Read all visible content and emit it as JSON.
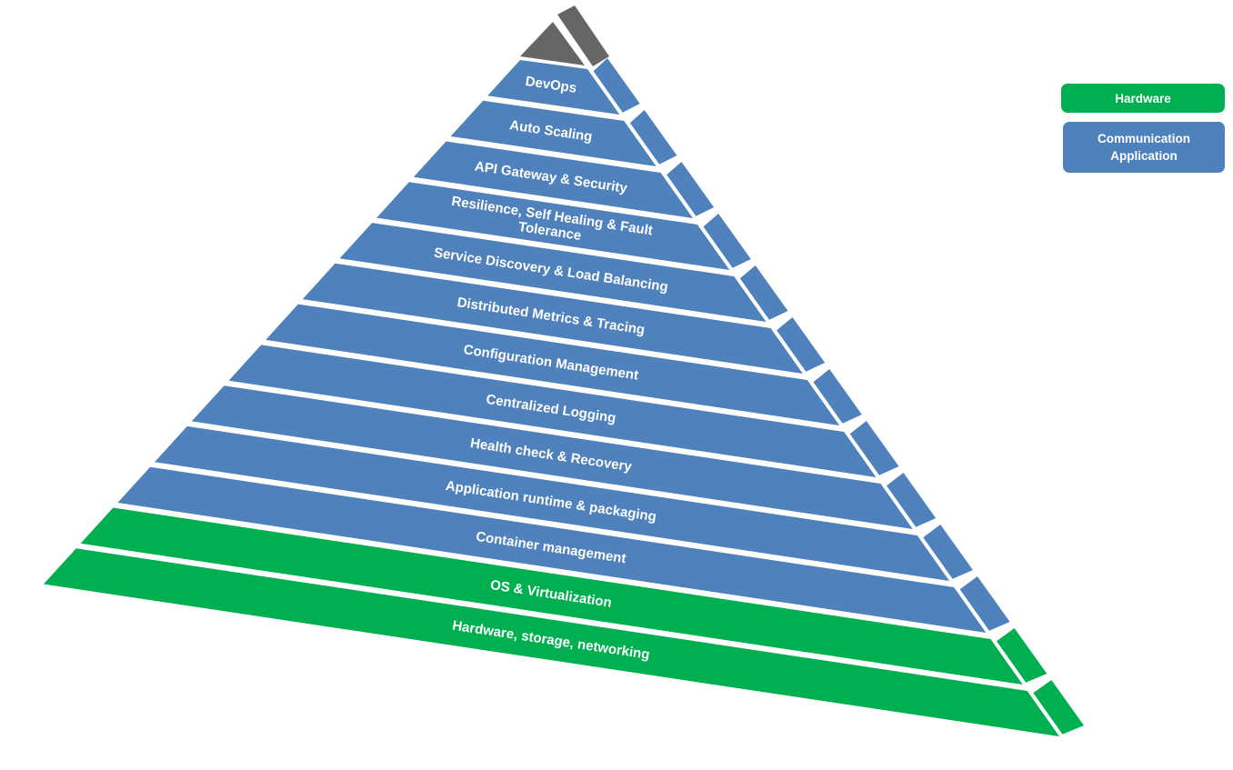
{
  "colors": {
    "communication_application": "#4F81BD",
    "hardware": "#00B050",
    "apex": "#666666",
    "background": "#FFFFFF"
  },
  "legend": [
    {
      "label": "Hardware",
      "category": "hardware"
    },
    {
      "label": "Communication Application",
      "category": "communication_application"
    }
  ],
  "apex": {
    "category": "apex",
    "label": ""
  },
  "layers": [
    {
      "label": "DevOps",
      "category": "communication_application"
    },
    {
      "label": "Auto Scaling",
      "category": "communication_application"
    },
    {
      "label": "API Gateway & Security",
      "category": "communication_application"
    },
    {
      "label": "Resilience, Self Healing & Fault Tolerance",
      "lines": [
        "Resilience, Self Healing & Fault",
        "Tolerance"
      ],
      "category": "communication_application"
    },
    {
      "label": "Service Discovery & Load Balancing",
      "category": "communication_application"
    },
    {
      "label": "Distributed Metrics & Tracing",
      "category": "communication_application"
    },
    {
      "label": "Configuration Management",
      "category": "communication_application"
    },
    {
      "label": "Centralized Logging",
      "category": "communication_application"
    },
    {
      "label": "Health check & Recovery",
      "category": "communication_application"
    },
    {
      "label": "Application runtime & packaging",
      "category": "communication_application"
    },
    {
      "label": "Container management",
      "category": "communication_application"
    },
    {
      "label": "OS & Virtualization",
      "category": "hardware"
    },
    {
      "label": "Hardware, storage, networking",
      "category": "hardware"
    }
  ]
}
